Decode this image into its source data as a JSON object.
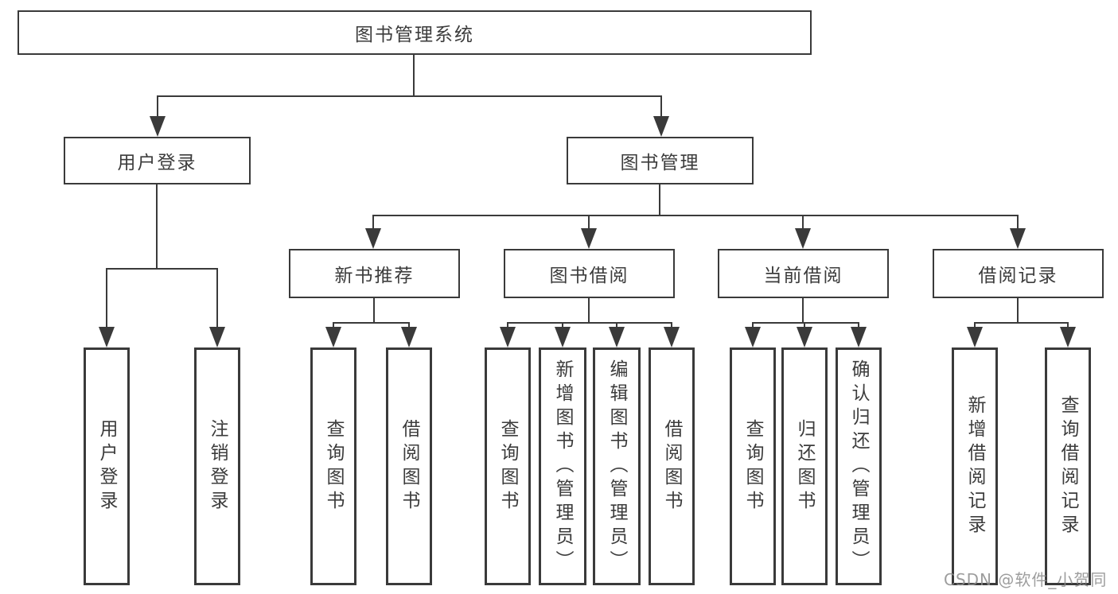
{
  "diagram_title": "图书管理系统",
  "tree": {
    "label": "图书管理系统",
    "children": [
      {
        "label": "用户登录",
        "children": [
          {
            "label": "用户登录"
          },
          {
            "label": "注销登录"
          }
        ]
      },
      {
        "label": "图书管理",
        "children": [
          {
            "label": "新书推荐",
            "children": [
              {
                "label": "查询图书"
              },
              {
                "label": "借阅图书"
              }
            ]
          },
          {
            "label": "图书借阅",
            "children": [
              {
                "label": "查询图书"
              },
              {
                "label": "新增图书（管理员）"
              },
              {
                "label": "编辑图书（管理员）"
              },
              {
                "label": "借阅图书"
              }
            ]
          },
          {
            "label": "当前借阅",
            "children": [
              {
                "label": "查询图书"
              },
              {
                "label": "归还图书"
              },
              {
                "label": "确认归还（管理员）"
              }
            ]
          },
          {
            "label": "借阅记录",
            "children": [
              {
                "label": "新增借阅记录"
              },
              {
                "label": "查询借阅记录"
              }
            ]
          }
        ]
      }
    ]
  },
  "watermark": "CSDN @软件_小贺同学",
  "colors": {
    "line": "#3a3a3a",
    "text": "#3c3c3c",
    "background": "#ffffff",
    "watermark_gray": "#8c8c8c"
  }
}
